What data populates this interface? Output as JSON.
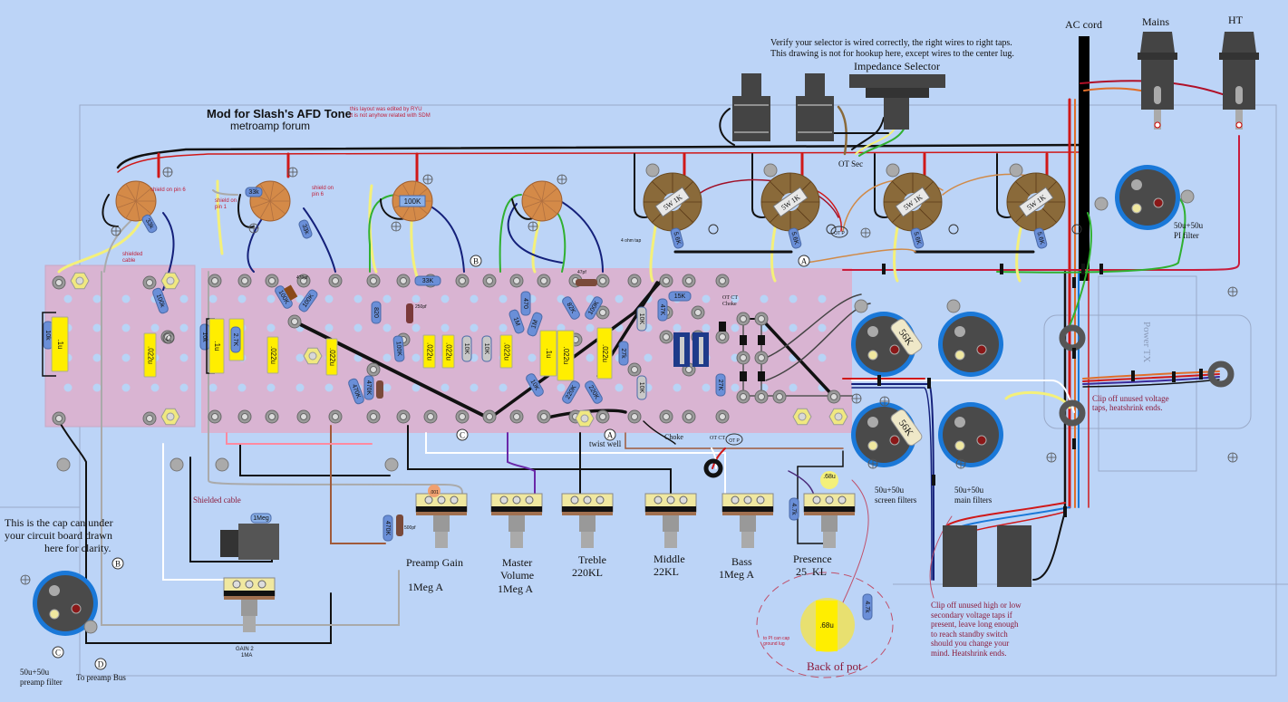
{
  "title": {
    "main": "Mod for Slash's AFD Tone",
    "sub": "metroamp forum",
    "edit_note_1": "this layout was edited by RYU",
    "edit_note_2": "it is not anyhow related with SDM"
  },
  "notes": {
    "selector_note_1": "Verify your selector is wired correctly, the right wires to right taps.",
    "selector_note_2": "This drawing is not for hookup here, except wires to the center lug.",
    "impedance_selector": "Impedance Selector",
    "ot_sec": "OT Sec",
    "ac_cord": "AC cord",
    "mains": "Mains",
    "ht": "HT",
    "pi_filter": [
      "50u+50u",
      "PI filter"
    ],
    "power_tx": "Power TX",
    "clip_voltage": [
      "Clip off unused voltage",
      "taps, heatshrink ends."
    ],
    "screen_filters": [
      "50u+50u",
      "screen filters"
    ],
    "main_filters": [
      "50u+50u",
      "main filters"
    ],
    "clip_secondary": [
      "Clip off unused high or low",
      "secondary voltage taps if",
      "present, leave long enough",
      "to reach standby switch",
      "should you change your",
      "mind.  Heatshrink ends."
    ],
    "cap_can": [
      "This is the cap can under",
      "your circuit board drawn",
      "here for clarity."
    ],
    "preamp_filter": [
      "50u+50u",
      "preamp filter"
    ],
    "to_preamp_bus": "To preamp Bus",
    "shielded_cable": "Shielded cable",
    "shielded_cable_small": [
      "shielded",
      "cable"
    ],
    "shield_pin6_a": "shield on pin 6",
    "shield_pin6_b": [
      "shield on",
      "pin 6"
    ],
    "shield_pin1": [
      "shield on",
      "pin 1"
    ],
    "four_ohm_tap": "4 ohm tap",
    "twist_well": "twist well",
    "choke": "Choke",
    "ot_ct_choke": [
      "OT CT",
      "Choke"
    ],
    "ot_ct": "OT CT",
    "ot_p": "OT P",
    "back_of_pot": "Back of pot",
    "to_pi_can": [
      "to PI can cap",
      "ground lug"
    ],
    "gain2": [
      "GAIN 2",
      "1MA"
    ]
  },
  "pots": [
    {
      "name": "Preamp Gain",
      "value": "1Meg A"
    },
    {
      "name": "Master\nVolume",
      "value": "1Meg A"
    },
    {
      "name": "Treble",
      "value": "220KL"
    },
    {
      "name": "Middle",
      "value": "22KL"
    },
    {
      "name": "Bass",
      "value": "1Meg A"
    },
    {
      "name": "Presence",
      "value": "25  KL"
    }
  ],
  "markers": {
    "A": "A",
    "B": "B",
    "C": "C",
    "D": "D"
  },
  "components": {
    "board_left": [
      "10k",
      ".1u",
      "100k",
      ".022u"
    ],
    "board_mid": [
      "10k",
      ".1u",
      "2.7K",
      ".68u",
      "100K",
      "100K",
      "470pf",
      ".022u",
      ".022u",
      "820",
      "470K",
      "470K"
    ],
    "board_main": [
      "33K",
      "250pf",
      "100K",
      ".022u",
      ".022u",
      "10K",
      "10K",
      ".022u",
      "470",
      "1M",
      "1M",
      ".1u",
      "10K",
      ".022u",
      "82K",
      "100K",
      "220K",
      "220K",
      ".022u",
      "47pf",
      "27k",
      "10K",
      "10K",
      "47K",
      "15K",
      "27K"
    ],
    "tubes": [
      "5W 1K",
      "5W 1K",
      "5W 1K",
      "5W 1K"
    ],
    "grid_res": [
      "5.6K",
      "5.6K",
      "5.6K",
      "5.6K"
    ],
    "screen_res": [
      "56K",
      "56K"
    ],
    "presence": [
      ".68u",
      "4.7k",
      ".68u",
      "4.7k"
    ],
    "preamp": [
      "100K",
      "33k",
      "33k",
      "1Meg",
      "470K",
      "500pf",
      ".001"
    ]
  },
  "colors": {
    "background": "#bcd4f7",
    "board": "#d9b4d2",
    "turret": "#8a8a8a",
    "cap_yellow": "#ffee00",
    "resistor_blue": "#6a8fd8",
    "socket_orange": "#d48a48",
    "socket_brown": "#8a6a3a",
    "can_blue": "#1a78d8",
    "can_body": "#4a4a4a",
    "wire_red": "#d01818",
    "wire_black": "#111111",
    "wire_yellow": "#f4f07a",
    "wire_green": "#30b030",
    "wire_navy": "#14207a"
  }
}
